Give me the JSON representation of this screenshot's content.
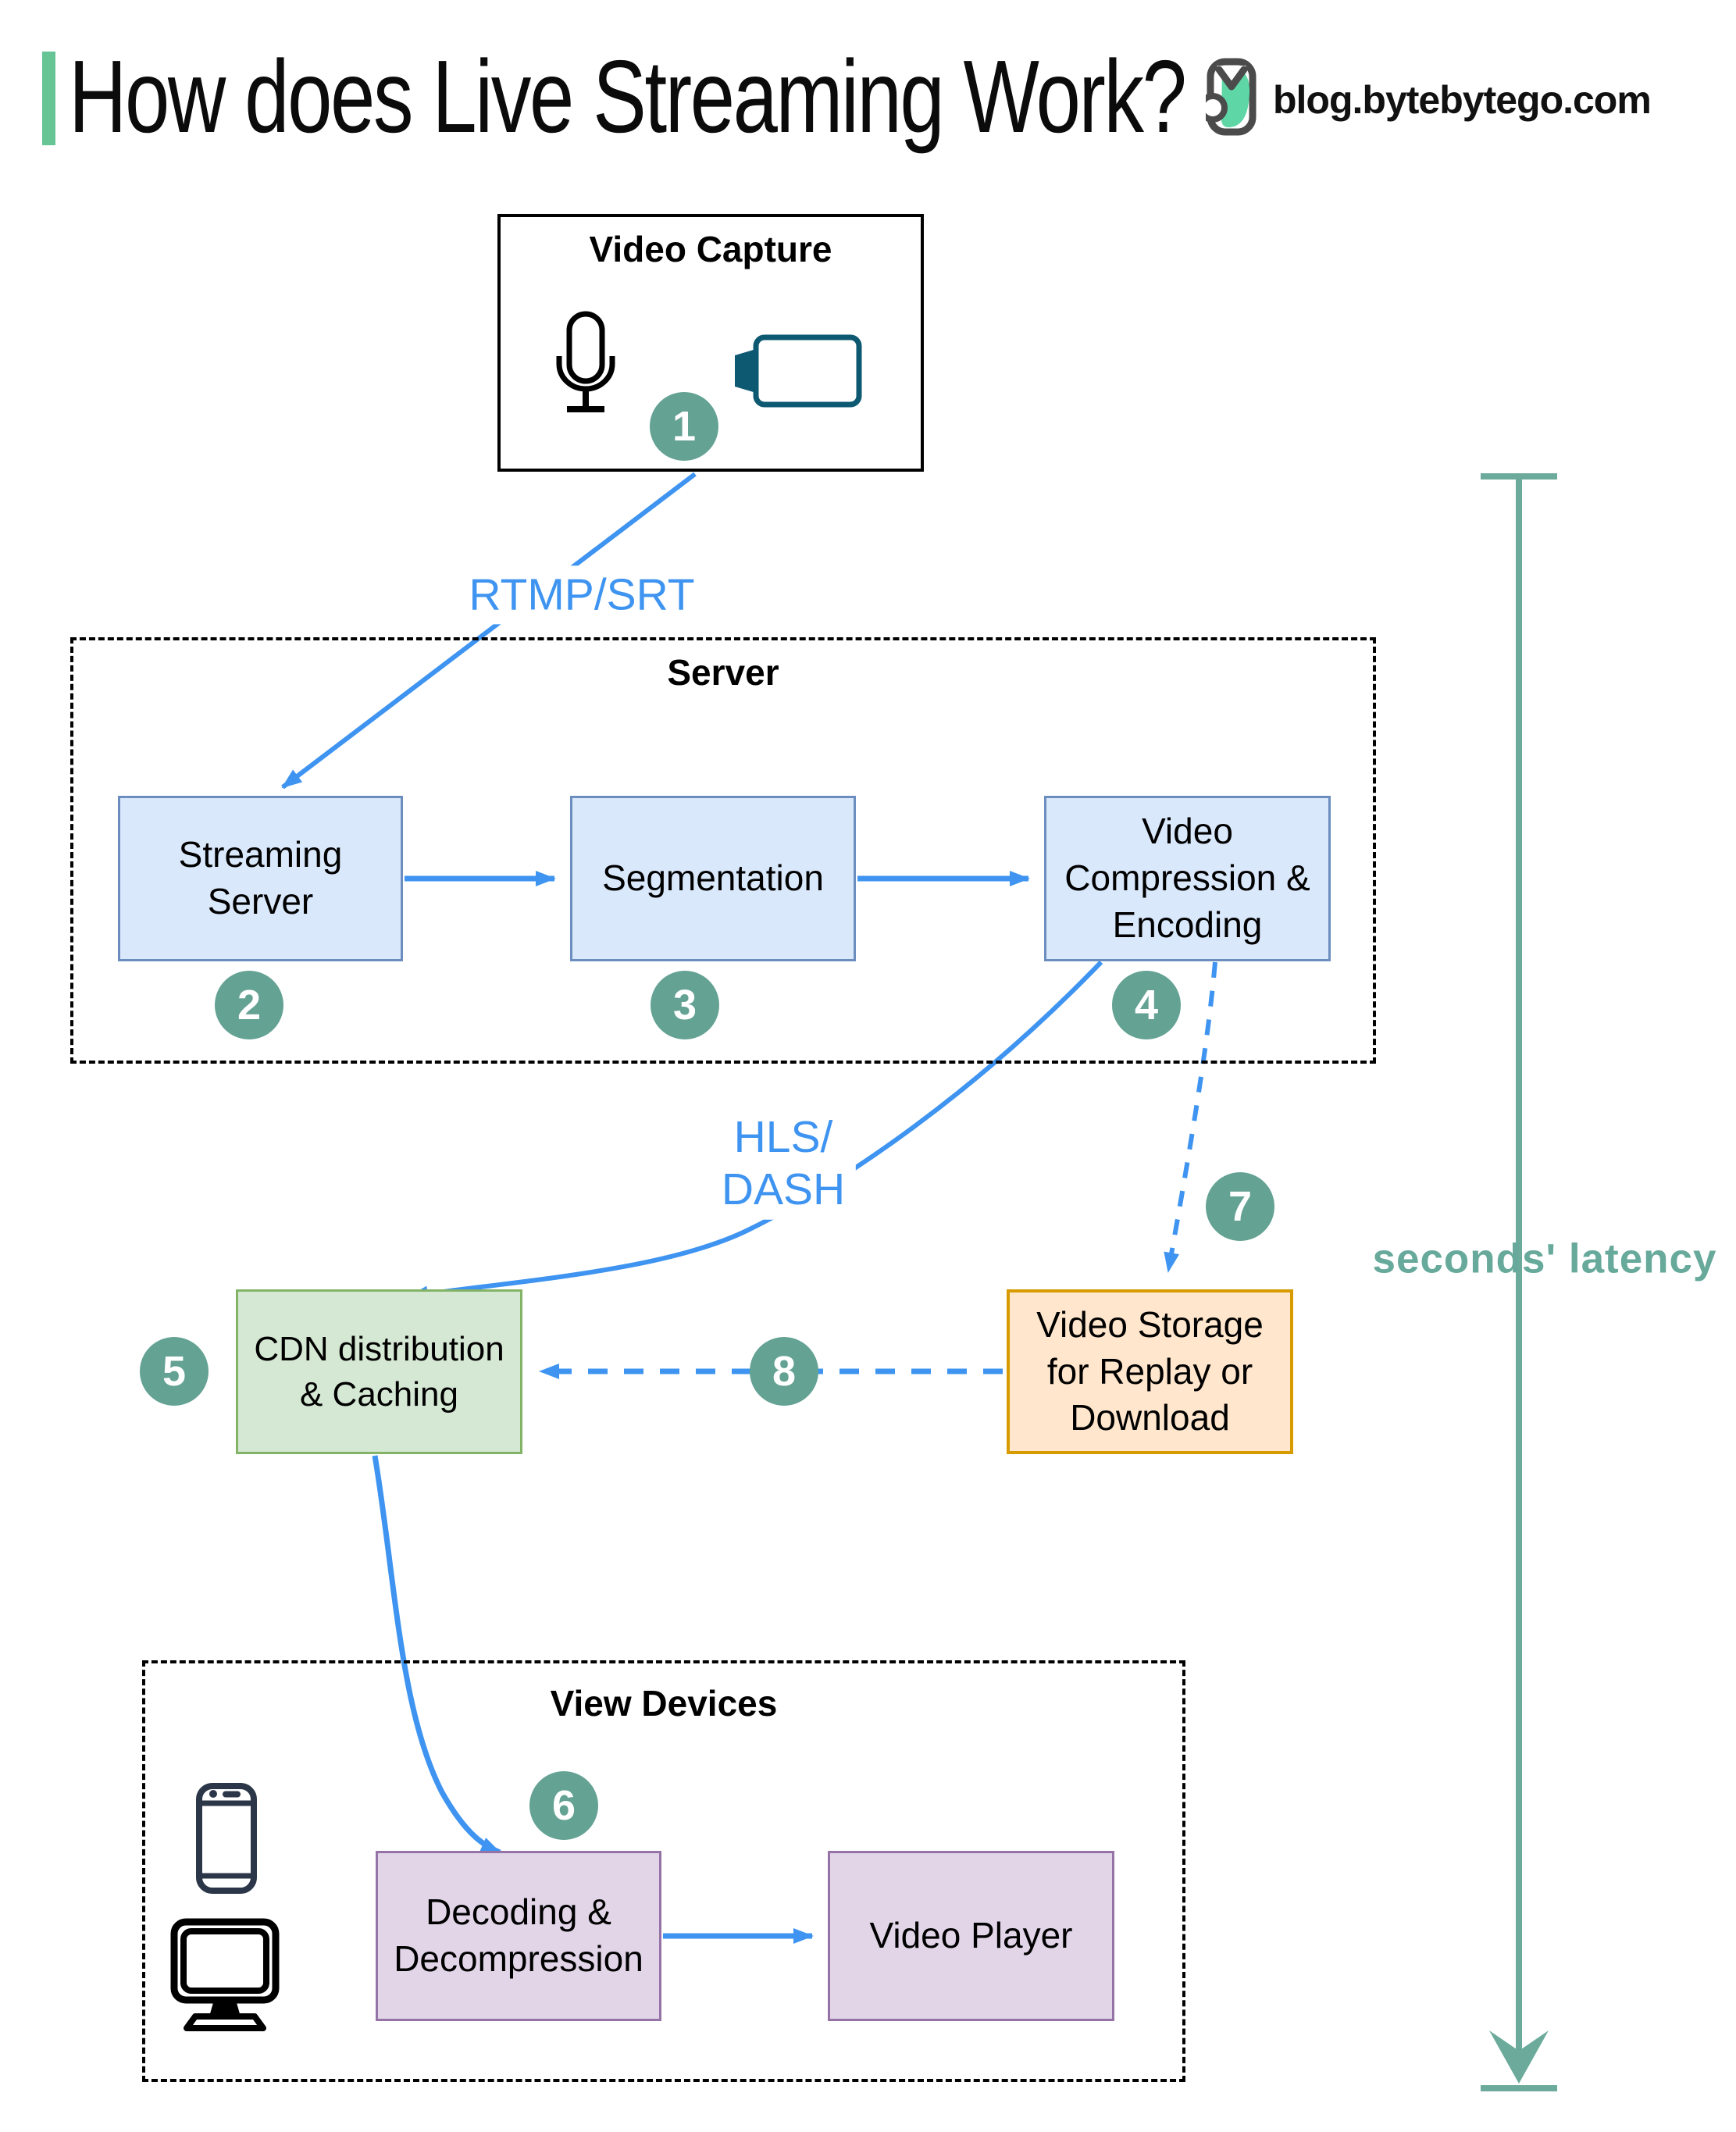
{
  "header": {
    "title": "How does Live Streaming Work?",
    "site": "blog.bytebytego.com"
  },
  "groups": {
    "server": "Server",
    "view_devices": "View Devices"
  },
  "nodes": {
    "video_capture": "Video Capture",
    "streaming_server": "Streaming\nServer",
    "segmentation": "Segmentation",
    "video_compression": "Video\nCompression &\nEncoding",
    "cdn": "CDN distribution\n& Caching",
    "video_storage": "Video Storage\nfor Replay or\nDownload",
    "decoding": "Decoding &\nDecompression",
    "video_player": "Video Player"
  },
  "edge_labels": {
    "ingest_protocol": "RTMP/SRT",
    "delivery_protocol": "HLS/\nDASH",
    "latency_note": "seconds' latency"
  },
  "steps": {
    "s1": "1",
    "s2": "2",
    "s3": "3",
    "s4": "4",
    "s5": "5",
    "s6": "6",
    "s7": "7",
    "s8": "8"
  },
  "icons": {
    "logo": "bytebytego-owl-logo",
    "microphone": "microphone-icon",
    "camera": "video-camera-icon",
    "smartphone": "smartphone-icon",
    "monitor": "desktop-monitor-icon"
  },
  "colors": {
    "accent_green": "#67C595",
    "arrow_blue": "#3E94F0",
    "badge_teal": "#64A294",
    "latency_teal": "#6CAB9B",
    "node_blue_fill": "#DAE8FC",
    "node_blue_border": "#6C8EBF",
    "node_green_fill": "#D5E8D4",
    "node_green_border": "#82B366",
    "node_orange_fill": "#FFE6CC",
    "node_orange_border": "#D79B00",
    "node_purple_fill": "#E1D5E7",
    "node_purple_border": "#9673A6"
  }
}
